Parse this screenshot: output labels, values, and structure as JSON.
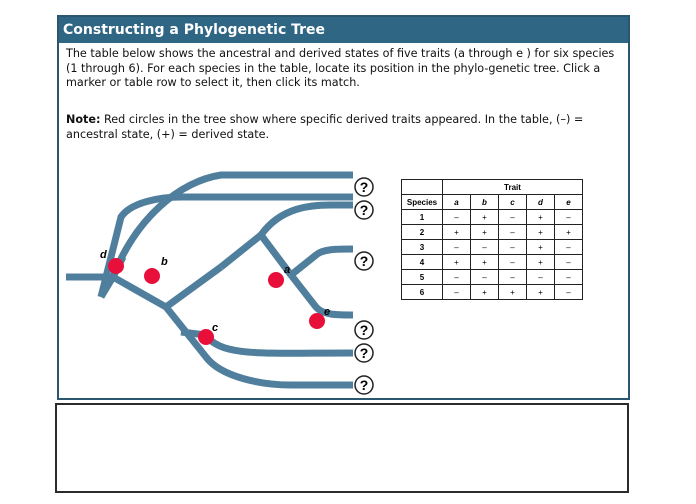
{
  "panel": {
    "title": "Constructing a Phylogenetic Tree",
    "intro": "The table below shows the ancestral and derived states of five traits (a through e ) for six species (1 through 6). For each species in the table, locate its position in the phylo-genetic tree. Click a marker or table row to select it, then click its match.",
    "note_label": "Note:",
    "note_text": " Red circles in the tree show where specific derived traits appeared. In the table, (–) = ancestral state, (+) = derived state."
  },
  "tree": {
    "branch_color": "#4f7f9c",
    "marker_color": "#e8103a",
    "trait_labels": [
      "d",
      "b",
      "a",
      "c",
      "e"
    ],
    "question_mark": "?"
  },
  "table": {
    "group_header": "Trait",
    "species_header": "Species",
    "trait_headers": [
      "a",
      "b",
      "c",
      "d",
      "e"
    ],
    "rows": [
      {
        "species": "1",
        "states": [
          "–",
          "+",
          "–",
          "+",
          "–"
        ]
      },
      {
        "species": "2",
        "states": [
          "+",
          "+",
          "–",
          "+",
          "+"
        ]
      },
      {
        "species": "3",
        "states": [
          "–",
          "–",
          "–",
          "+",
          "–"
        ]
      },
      {
        "species": "4",
        "states": [
          "+",
          "+",
          "–",
          "+",
          "–"
        ]
      },
      {
        "species": "5",
        "states": [
          "–",
          "–",
          "–",
          "–",
          "–"
        ]
      },
      {
        "species": "6",
        "states": [
          "–",
          "+",
          "+",
          "+",
          "–"
        ]
      }
    ]
  },
  "answer_box": {
    "text": ""
  }
}
